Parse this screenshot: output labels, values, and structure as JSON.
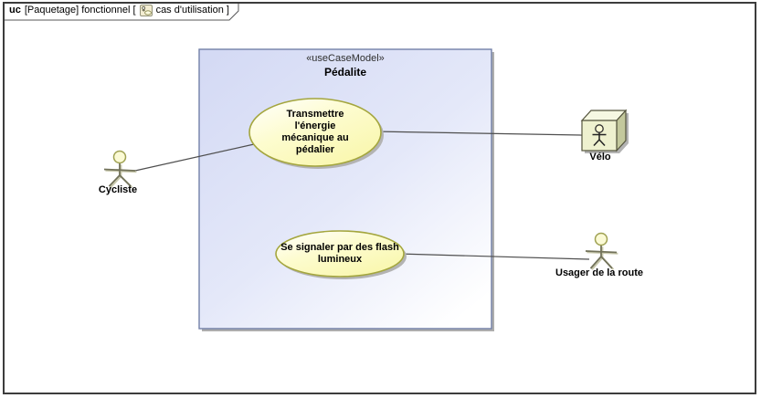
{
  "frame": {
    "keyword": "uc",
    "context_label": "[Paquetage] fonctionnel [",
    "diagram_label": "cas d'utilisation ]",
    "icon": "use-case-diagram-icon"
  },
  "system_boundary": {
    "stereotype": "«useCaseModel»",
    "name": "Pédalite"
  },
  "use_cases": [
    {
      "label": "Transmettre l'énergie mécanique au pédalier"
    },
    {
      "label": "Se signaler par des flash lumineux"
    }
  ],
  "actors": [
    {
      "label": "Cycliste"
    },
    {
      "label": "Usager de la route"
    }
  ],
  "nodes": [
    {
      "label": "Vélo"
    }
  ],
  "associations": [
    {
      "from": "Cycliste",
      "to": "Transmettre l'énergie mécanique au pédalier"
    },
    {
      "from": "Transmettre l'énergie mécanique au pédalier",
      "to": "Vélo"
    },
    {
      "from": "Se signaler par des flash lumineux",
      "to": "Usager de la route"
    }
  ],
  "colors": {
    "frame_border": "#3c3c3c",
    "boundary_fill_top": "#d3d9f4",
    "boundary_fill_bottom": "#ffffff",
    "boundary_border": "#7381a8",
    "use_case_fill": "#f9f7ac",
    "use_case_border": "#a4a63e",
    "node_front_face": "#eef1cf",
    "node_top_face": "#f6f8e2",
    "node_side_face": "#c3c89c",
    "actor_head_fill": "#fbfad5",
    "actor_stroke": "#72725a",
    "shadow": "#b0b0b0"
  }
}
